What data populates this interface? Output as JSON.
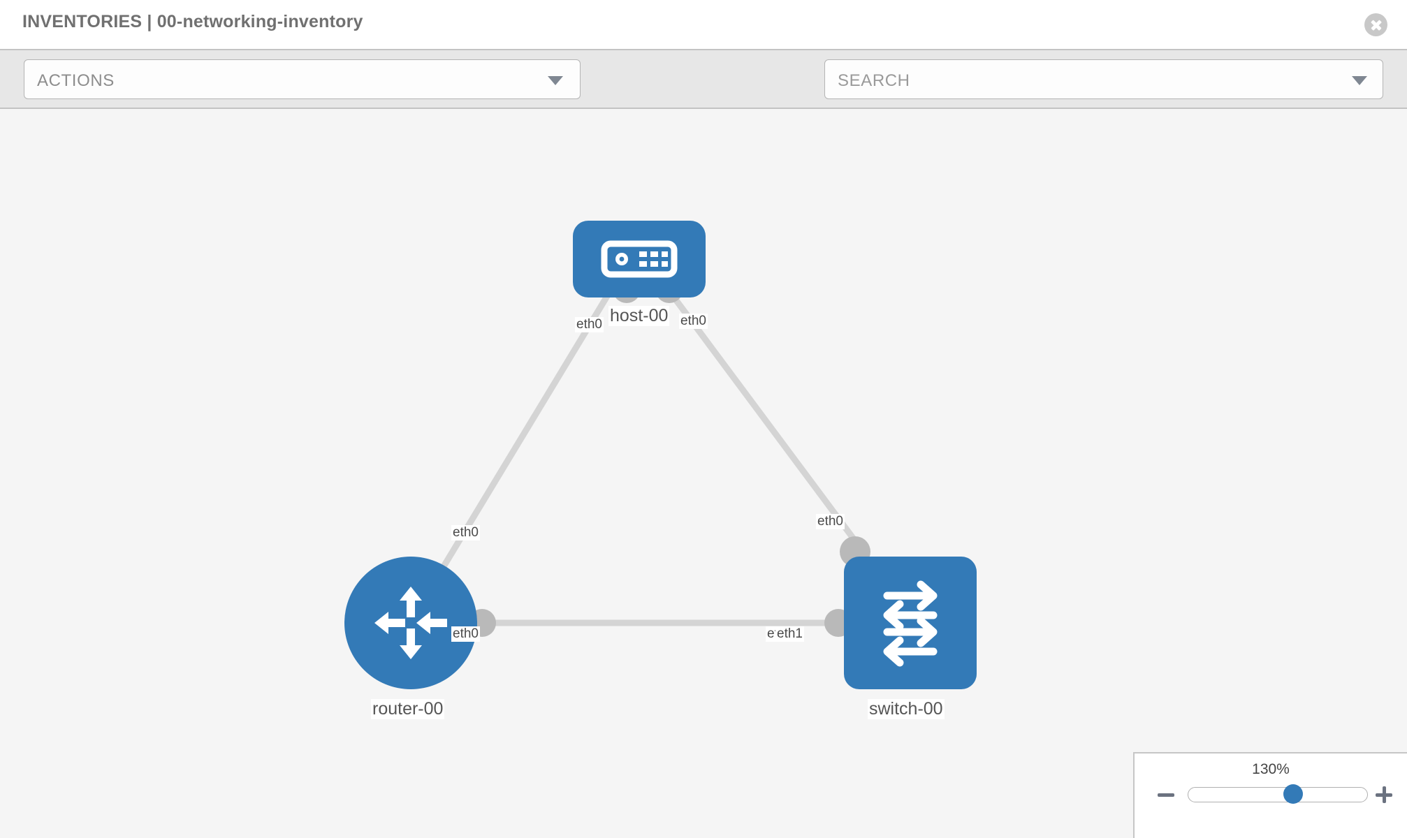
{
  "header": {
    "title": "INVENTORIES | 00-networking-inventory",
    "close_icon": "close-circle-icon"
  },
  "toolbar": {
    "actions_label": "ACTIONS",
    "actions_caret": "chevron-down-icon",
    "wrench_icon": "wrench-icon",
    "key_icon": "key-icon",
    "search_placeholder": "SEARCH",
    "search_value": "",
    "search_caret": "chevron-down-icon"
  },
  "topology": {
    "nodes": [
      {
        "id": "host-00",
        "label": "host-00",
        "icon": "server-icon",
        "shape": "rounded-square",
        "color": "#337ab7"
      },
      {
        "id": "router-00",
        "label": "router-00",
        "icon": "router-arrows-icon",
        "shape": "circle",
        "color": "#337ab7"
      },
      {
        "id": "switch-00",
        "label": "switch-00",
        "icon": "switch-arrows-icon",
        "shape": "rounded-square",
        "color": "#337ab7"
      }
    ],
    "links": [
      {
        "from": "host-00",
        "from_interface": "eth0",
        "to": "router-00",
        "to_interface": "eth0"
      },
      {
        "from": "host-00",
        "from_interface": "eth0",
        "to": "switch-00",
        "to_interface": "eth0"
      },
      {
        "from": "router-00",
        "from_interface": "eth0",
        "to": "switch-00",
        "to_interface": "eth1"
      }
    ],
    "edge_labels": {
      "host_left": "eth0",
      "host_right": "eth0",
      "router_up": "eth0",
      "switch_up": "eth0",
      "router_right": "eth0",
      "switch_left_hidden": "eth0",
      "switch_left": "eth1"
    },
    "edge_color": "#d4d4d4",
    "connector_color": "#b9b9b9"
  },
  "zoom_control": {
    "level": "130%",
    "percent": 59,
    "minus_label": "zoom-out",
    "plus_label": "zoom-in"
  }
}
